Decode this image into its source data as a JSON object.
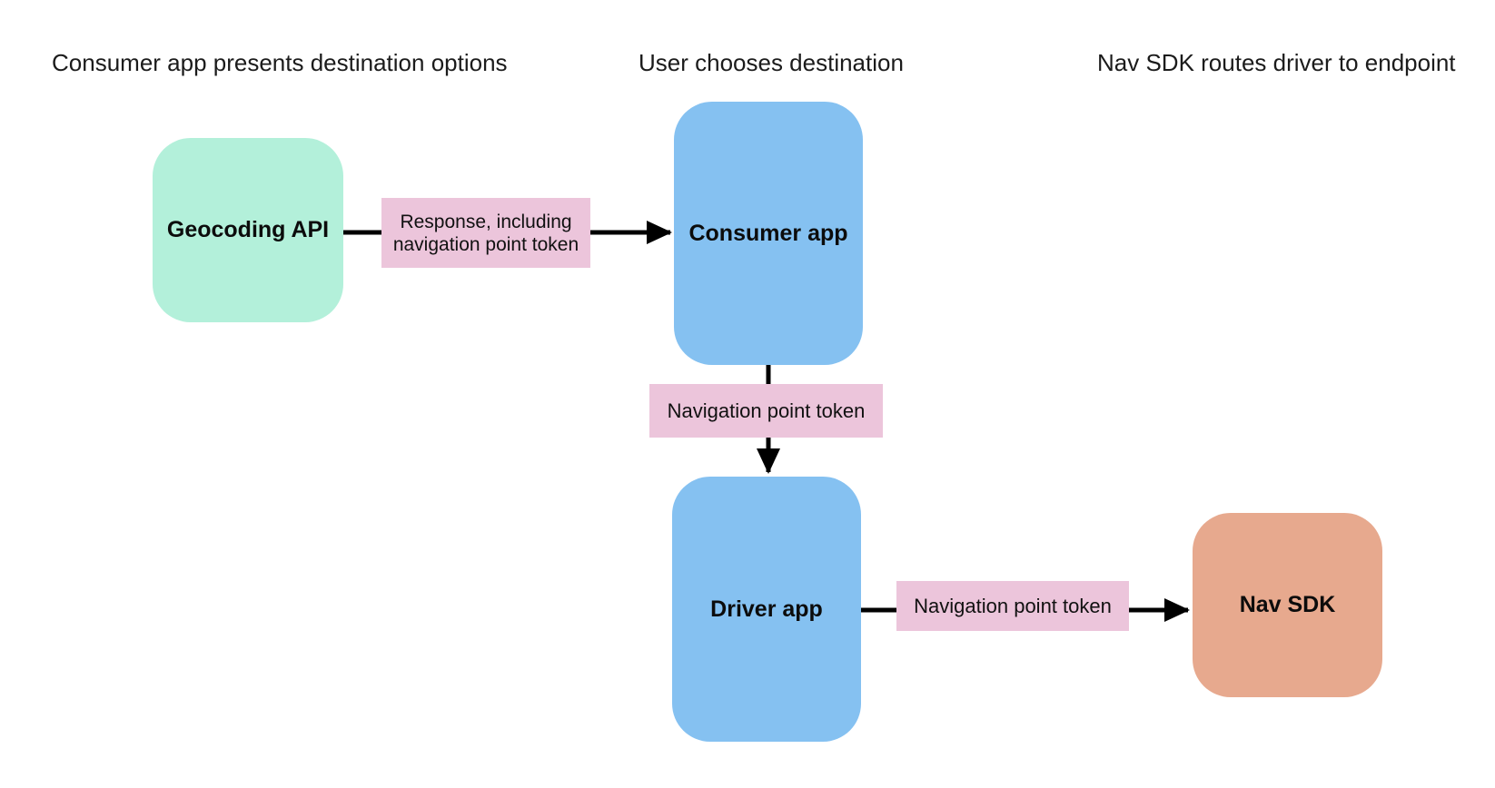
{
  "diagram": {
    "stage_headers": [
      {
        "text": "Consumer app presents destination options"
      },
      {
        "text": "User chooses destination"
      },
      {
        "text": "Nav SDK routes driver to endpoint"
      }
    ],
    "nodes": [
      {
        "id": "geocoding-api",
        "label": "Geocoding API",
        "color": "#b3f0da"
      },
      {
        "id": "consumer-app",
        "label": "Consumer app",
        "color": "#85c1f1"
      },
      {
        "id": "driver-app",
        "label": "Driver app",
        "color": "#85c1f1"
      },
      {
        "id": "nav-sdk",
        "label": "Nav SDK",
        "color": "#e7a98e"
      }
    ],
    "edges": [
      {
        "from": "geocoding-api",
        "to": "consumer-app",
        "label": "Response, including navigation point token",
        "label_color": "#ecc5db"
      },
      {
        "from": "consumer-app",
        "to": "driver-app",
        "label": "Navigation point token",
        "label_color": "#ecc5db"
      },
      {
        "from": "driver-app",
        "to": "nav-sdk",
        "label": "Navigation point token",
        "label_color": "#ecc5db"
      }
    ],
    "colors": {
      "background": "#ffffff",
      "arrow": "#000000",
      "text": "#111111"
    }
  }
}
